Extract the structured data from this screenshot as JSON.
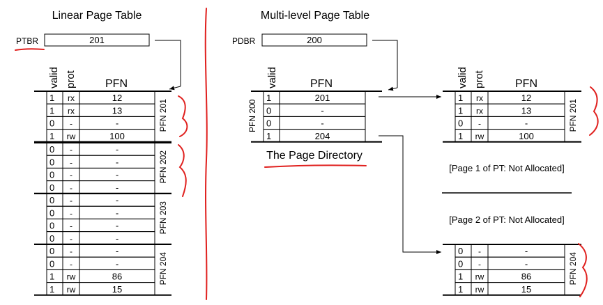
{
  "linear": {
    "title": "Linear Page Table",
    "ptbr_label": "PTBR",
    "ptbr_value": "201",
    "headers": {
      "valid": "valid",
      "prot": "prot",
      "pfn": "PFN"
    },
    "pages": [
      {
        "label": "PFN 201",
        "rows": [
          [
            "1",
            "rx",
            "12"
          ],
          [
            "1",
            "rx",
            "13"
          ],
          [
            "0",
            "-",
            "-"
          ],
          [
            "1",
            "rw",
            "100"
          ]
        ]
      },
      {
        "label": "PFN 202",
        "rows": [
          [
            "0",
            "-",
            "-"
          ],
          [
            "0",
            "-",
            "-"
          ],
          [
            "0",
            "-",
            "-"
          ],
          [
            "0",
            "-",
            "-"
          ]
        ]
      },
      {
        "label": "PFN 203",
        "rows": [
          [
            "0",
            "-",
            "-"
          ],
          [
            "0",
            "-",
            "-"
          ],
          [
            "0",
            "-",
            "-"
          ],
          [
            "0",
            "-",
            "-"
          ]
        ]
      },
      {
        "label": "PFN 204",
        "rows": [
          [
            "0",
            "-",
            "-"
          ],
          [
            "0",
            "-",
            "-"
          ],
          [
            "1",
            "rw",
            "86"
          ],
          [
            "1",
            "rw",
            "15"
          ]
        ]
      }
    ]
  },
  "multi": {
    "title": "Multi-level Page Table",
    "pdbr_label": "PDBR",
    "pdbr_value": "200",
    "directory": {
      "headers": {
        "valid": "valid",
        "pfn": "PFN"
      },
      "label": "PFN 200",
      "rows": [
        [
          "1",
          "201"
        ],
        [
          "0",
          "-"
        ],
        [
          "0",
          "-"
        ],
        [
          "1",
          "204"
        ]
      ],
      "caption": "The Page Directory"
    },
    "pt_headers": {
      "valid": "valid",
      "prot": "prot",
      "pfn": "PFN"
    },
    "pt_page0": {
      "label": "PFN 201",
      "rows": [
        [
          "1",
          "rx",
          "12"
        ],
        [
          "1",
          "rx",
          "13"
        ],
        [
          "0",
          "-",
          "-"
        ],
        [
          "1",
          "rw",
          "100"
        ]
      ]
    },
    "pt_page1_note": "[Page 1 of PT: Not Allocated]",
    "pt_page2_note": "[Page 2 of PT: Not Allocated]",
    "pt_page3": {
      "label": "PFN 204",
      "rows": [
        [
          "0",
          "-",
          "-"
        ],
        [
          "0",
          "-",
          "-"
        ],
        [
          "1",
          "rw",
          "86"
        ],
        [
          "1",
          "rw",
          "15"
        ]
      ]
    }
  },
  "colors": {
    "ink": "#000000",
    "annotation": "#e0201e"
  }
}
